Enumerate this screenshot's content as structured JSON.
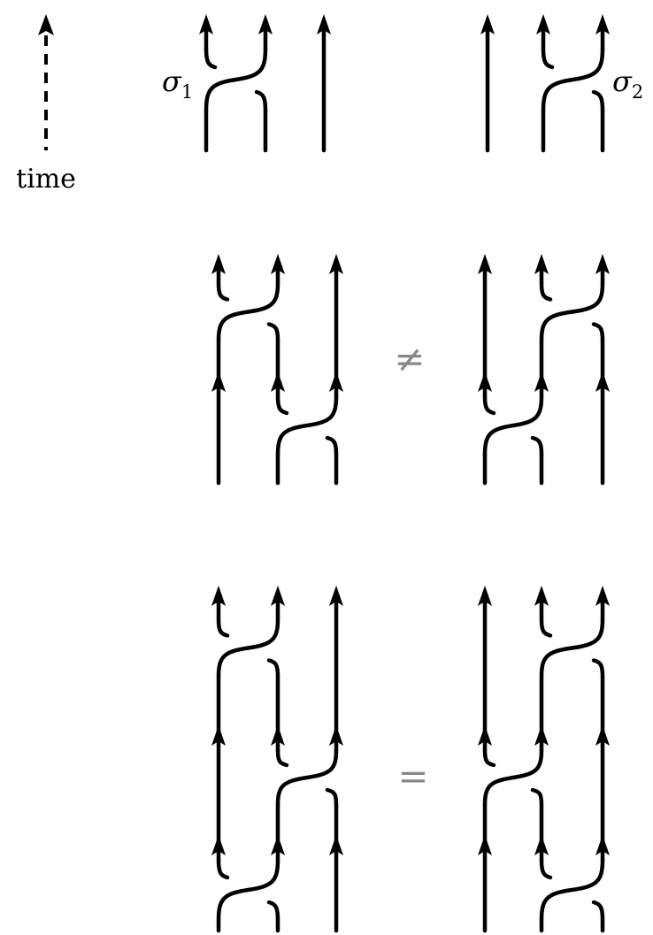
{
  "time_label": "time",
  "generators": {
    "sigma1": {
      "symbol": "σ",
      "index": "1"
    },
    "sigma2": {
      "symbol": "σ",
      "index": "2"
    }
  },
  "relations": {
    "not_equal": "≠",
    "equal": "="
  },
  "braids": {
    "top_left": [
      "sigma1"
    ],
    "top_right": [
      "sigma2"
    ],
    "middle_left": [
      "sigma2",
      "sigma1"
    ],
    "middle_right": [
      "sigma1",
      "sigma2"
    ],
    "bottom_left": [
      "sigma1",
      "sigma2",
      "sigma1"
    ],
    "bottom_right": [
      "sigma2",
      "sigma1",
      "sigma2"
    ]
  },
  "colors": {
    "ink": "#000000",
    "relation": "#888888"
  }
}
